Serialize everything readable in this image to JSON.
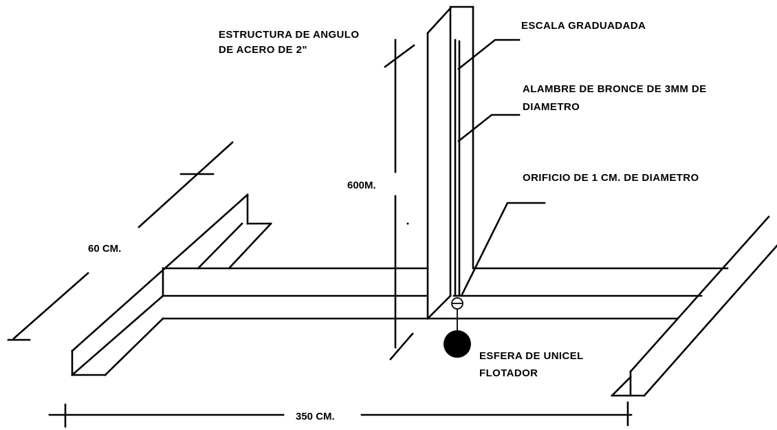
{
  "labels": {
    "estructura_line1": "ESTRUCTURA DE ANGULO",
    "estructura_line2": "DE ACERO DE 2\"",
    "escala": "ESCALA GRADUADADA",
    "alambre_line1": "ALAMBRE DE BRONCE DE 3MM DE",
    "alambre_line2": "DIAMETRO",
    "orificio": "ORIFICIO DE 1 CM. DE DIAMETRO",
    "esfera_line1": "ESFERA DE UNICEL",
    "esfera_line2": "FLOTADOR"
  },
  "dimensions": {
    "height": "600M.",
    "depth": "60 CM.",
    "width": "350 CM."
  }
}
